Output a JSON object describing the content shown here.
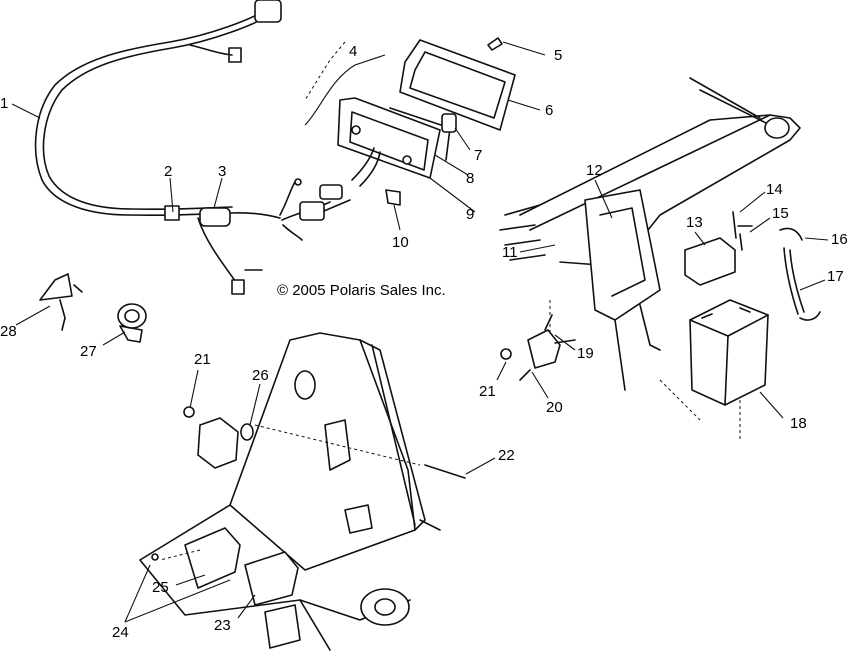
{
  "copyright": "© 2005 Polaris Sales Inc.",
  "callouts": {
    "c1": "1",
    "c2": "2",
    "c3": "3",
    "c4": "4",
    "c5": "5",
    "c6": "6",
    "c7": "7",
    "c8": "8",
    "c9": "9",
    "c10": "10",
    "c11": "11",
    "c12": "12",
    "c13": "13",
    "c14": "14",
    "c15": "15",
    "c16": "16",
    "c17": "17",
    "c18": "18",
    "c19": "19",
    "c20": "20",
    "c21a": "21",
    "c21b": "21",
    "c22": "22",
    "c23": "23",
    "c24": "24",
    "c25": "25",
    "c26": "26",
    "c27": "27",
    "c28": "28"
  }
}
